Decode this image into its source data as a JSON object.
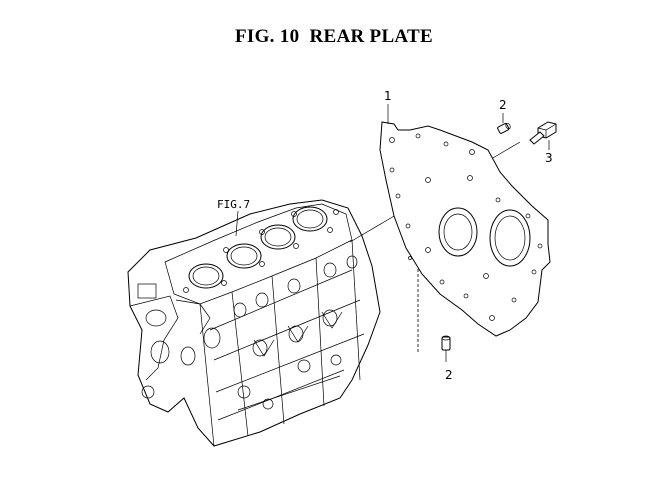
{
  "figure": {
    "title": "FIG. 10  REAR PLATE",
    "reference": "FIG.7"
  },
  "callouts": [
    {
      "id": "rear-plate",
      "label": "1"
    },
    {
      "id": "dowel-pin-upper",
      "label": "2"
    },
    {
      "id": "bolt",
      "label": "3"
    },
    {
      "id": "dowel-pin-lower",
      "label": "2"
    }
  ]
}
